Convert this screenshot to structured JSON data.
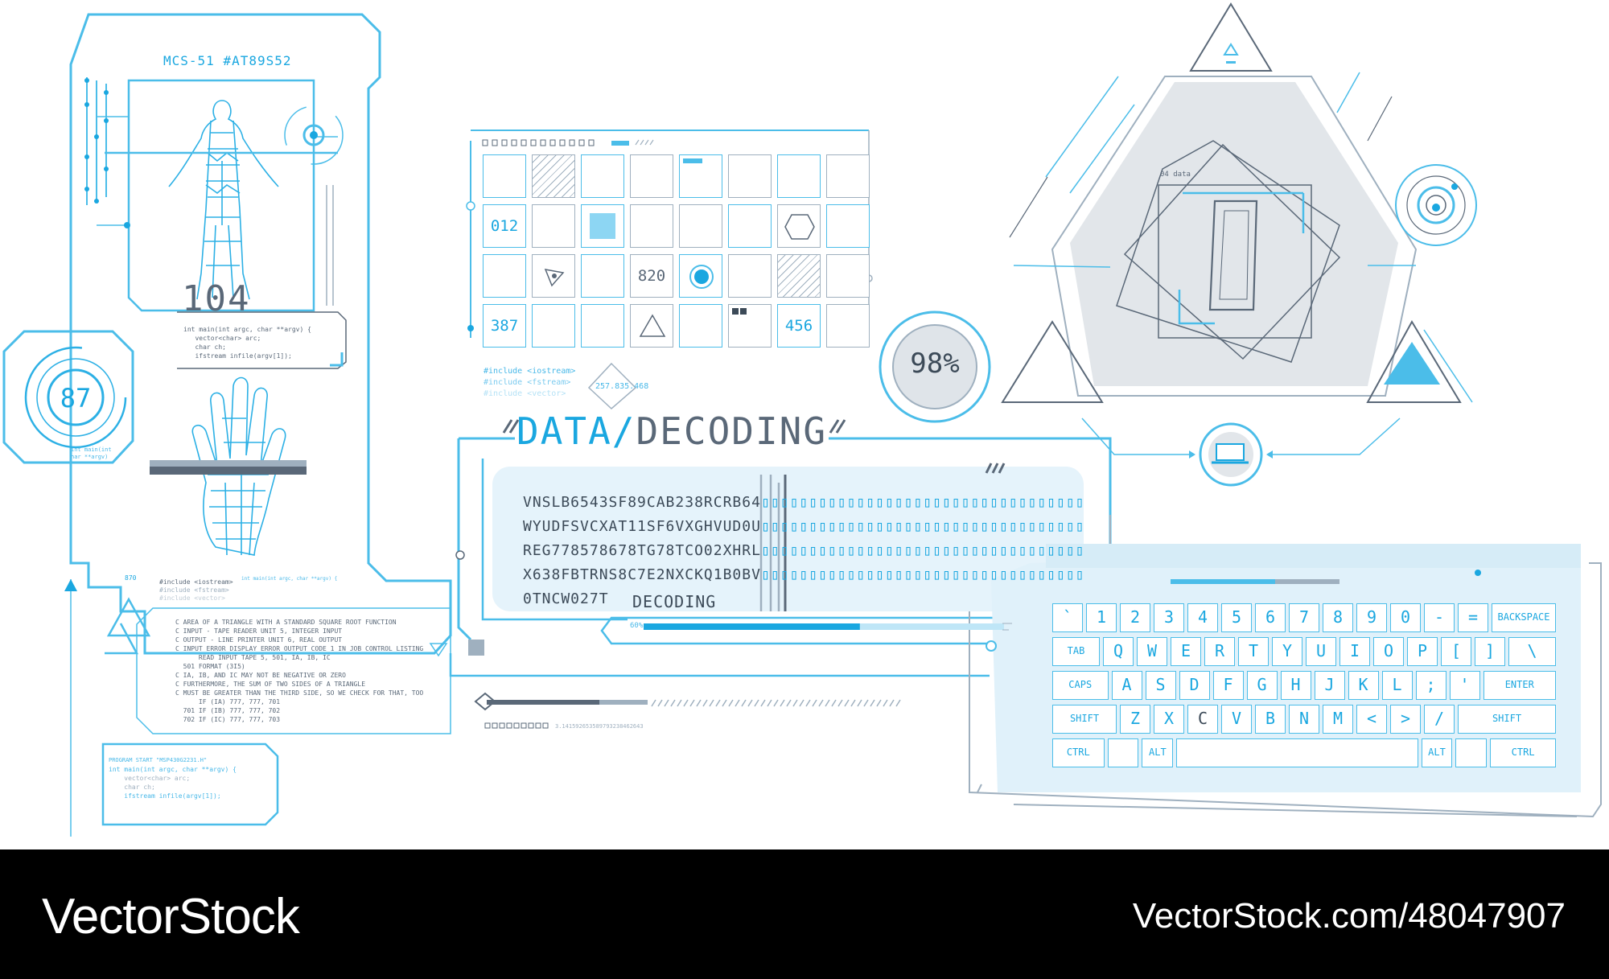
{
  "chip": {
    "label": "MCS-51 #AT89S52"
  },
  "body_scan": {
    "number": "104"
  },
  "code_snippet_1": {
    "lines": [
      "int main(int argc, char **argv) {",
      "   vector<char> arc;",
      "   char ch;",
      "   ifstream infile(argv[1]);"
    ]
  },
  "dial": {
    "value": "87",
    "side_text": "int main(int\nhar **argv)"
  },
  "includes_small": {
    "lines": [
      "#include <iostream>",
      "#include <fstream>",
      "#include <vector>"
    ],
    "label": "870",
    "side": "int main(int argc, char **argv) {"
  },
  "fortran": {
    "lines": [
      "C AREA OF A TRIANGLE WITH A STANDARD SQUARE ROOT FUNCTION",
      "C INPUT - TAPE READER UNIT 5, INTEGER INPUT",
      "C OUTPUT - LINE PRINTER UNIT 6, REAL OUTPUT",
      "C INPUT ERROR DISPLAY ERROR OUTPUT CODE 1 IN JOB CONTROL LISTING",
      "      READ INPUT TAPE 5, 501, IA, IB, IC",
      "  501 FORMAT (3I5)",
      "C IA, IB, AND IC MAY NOT BE NEGATIVE OR ZERO",
      "C FURTHERMORE, THE SUM OF TWO SIDES OF A TRIANGLE",
      "C MUST BE GREATER THAN THE THIRD SIDE, SO WE CHECK FOR THAT, TOO",
      "      IF (IA) 777, 777, 701",
      "  701 IF (IB) 777, 777, 702",
      "  702 IF (IC) 777, 777, 703"
    ]
  },
  "program_box": {
    "lines": [
      "PROGRAM START \"MSP430G2231.H\"",
      "",
      "int main(int argc, char **argv) {",
      "    vector<char> arc;",
      "    char ch;",
      "    ifstream infile(argv[1]);"
    ]
  },
  "grid": {
    "labels": {
      "a": "012",
      "b": "820",
      "c": "387",
      "d": "456"
    }
  },
  "grid_includes": {
    "lines": [
      "#include <iostream>",
      "#include <fstream>",
      "#include <vector>"
    ],
    "diamond_label": "257.835.468"
  },
  "gauge": {
    "value": "98%"
  },
  "title": {
    "part1": "DATA",
    "slash": "/",
    "part2": "DECODING"
  },
  "decode": {
    "rows": [
      {
        "text": "VNSLB6543SF89CAB238RCRB64",
        "tail": "▯▯▯▯▯▯▯▯▯▯▯▯▯▯▯▯▯▯▯▯▯▯▯▯▯▯▯▯▯▯▯▯▯▯▯▯▯"
      },
      {
        "text": "WYUDFSVCXAT11SF6VXGHVUD0U",
        "tail": "▯▯▯▯▯▯▯▯▯▯▯▯▯▯▯▯▯▯▯▯▯▯▯▯▯▯▯▯▯▯▯▯▯▯▯▯▯"
      },
      {
        "text": "REG778578678TG78TCO02XHRL",
        "tail": "▯▯▯▯▯▯▯▯▯▯▯▯▯▯▯▯▯▯▯▯▯▯▯▯▯▯▯▯▯▯▯▯▯▯▯▯▯"
      },
      {
        "text": "X638FBTRNS8C7E2NXCKQ1B0BV",
        "tail": "▯▯▯▯▯▯▯▯▯▯▯▯▯▯▯▯▯▯▯▯▯▯▯▯▯▯▯▯▯▯▯▯▯▯▯▯▯"
      },
      {
        "text": "0TNCW027T",
        "tail": ""
      }
    ],
    "label": "DECODING",
    "progress_label": "60%",
    "progress": 0.6
  },
  "barcode_text": "3.141592653589793238462643",
  "phone_panel": {
    "label": "04 data"
  },
  "keyboard": {
    "row1": [
      "`",
      "1",
      "2",
      "3",
      "4",
      "5",
      "6",
      "7",
      "8",
      "9",
      "0",
      "-",
      "=",
      "BACKSPACE"
    ],
    "row2": [
      "TAB",
      "Q",
      "W",
      "E",
      "R",
      "T",
      "Y",
      "U",
      "I",
      "O",
      "P",
      "[",
      "]",
      "\\"
    ],
    "row3": [
      "CAPS",
      "A",
      "S",
      "D",
      "F",
      "G",
      "H",
      "J",
      "K",
      "L",
      ";",
      "'",
      "ENTER"
    ],
    "row4": [
      "SHIFT",
      "Z",
      "X",
      "C",
      "V",
      "B",
      "N",
      "M",
      "<",
      ">",
      "/",
      "SHIFT"
    ],
    "row5": [
      "CTRL",
      "",
      "ALT",
      "",
      "ALT",
      "",
      "CTRL"
    ]
  },
  "footer": {
    "brand": "VectorStock",
    "url": "VectorStock.com/48047907"
  },
  "colors": {
    "accent": "#1aa7e0",
    "line": "#4bbde9",
    "dark": "#3c4a58",
    "footer_bg": "#000000"
  }
}
